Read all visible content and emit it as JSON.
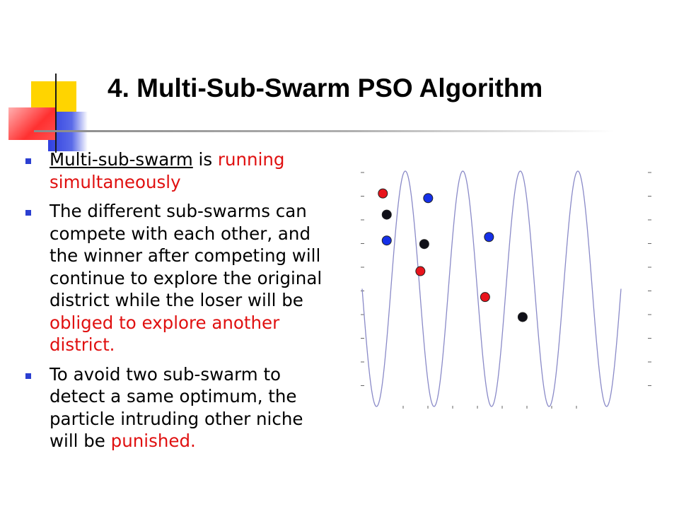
{
  "slide": {
    "title": "4. Multi-Sub-Swarm PSO Algorithm",
    "bullets": [
      {
        "parts": [
          {
            "text": "Multi-sub-swarm",
            "style": "underline"
          },
          {
            "text": " is ",
            "style": "normal"
          },
          {
            "text": "running simultaneously",
            "style": "red"
          }
        ]
      },
      {
        "parts": [
          {
            "text": "The different sub-swarms can compete with each other, and the winner after competing will continue to explore the original district while the loser will be ",
            "style": "normal"
          },
          {
            "text": "obliged to explore another district.",
            "style": "red"
          }
        ]
      },
      {
        "parts": [
          {
            "text": "To avoid two sub-swarm to detect a same optimum, the particle intruding other niche will be ",
            "style": "normal"
          },
          {
            "text": "punished.",
            "style": "red"
          }
        ]
      }
    ]
  },
  "colors": {
    "bullet": "#2b3fd1",
    "highlight": "#e01010",
    "curve": "#8a8ac8"
  },
  "chart_data": {
    "type": "scatter",
    "xlim": [
      0,
      1
    ],
    "ylim": [
      0,
      1
    ],
    "curve": {
      "kind": "sine",
      "cycles": 4.5
    },
    "grid": false,
    "points": [
      {
        "x": 0.08,
        "y": 0.905,
        "color": "red"
      },
      {
        "x": 0.095,
        "y": 0.815,
        "color": "black"
      },
      {
        "x": 0.095,
        "y": 0.705,
        "color": "blue"
      },
      {
        "x": 0.255,
        "y": 0.885,
        "color": "blue"
      },
      {
        "x": 0.24,
        "y": 0.69,
        "color": "black"
      },
      {
        "x": 0.225,
        "y": 0.575,
        "color": "red"
      },
      {
        "x": 0.49,
        "y": 0.72,
        "color": "blue"
      },
      {
        "x": 0.475,
        "y": 0.465,
        "color": "red"
      },
      {
        "x": 0.62,
        "y": 0.38,
        "color": "black"
      }
    ]
  }
}
